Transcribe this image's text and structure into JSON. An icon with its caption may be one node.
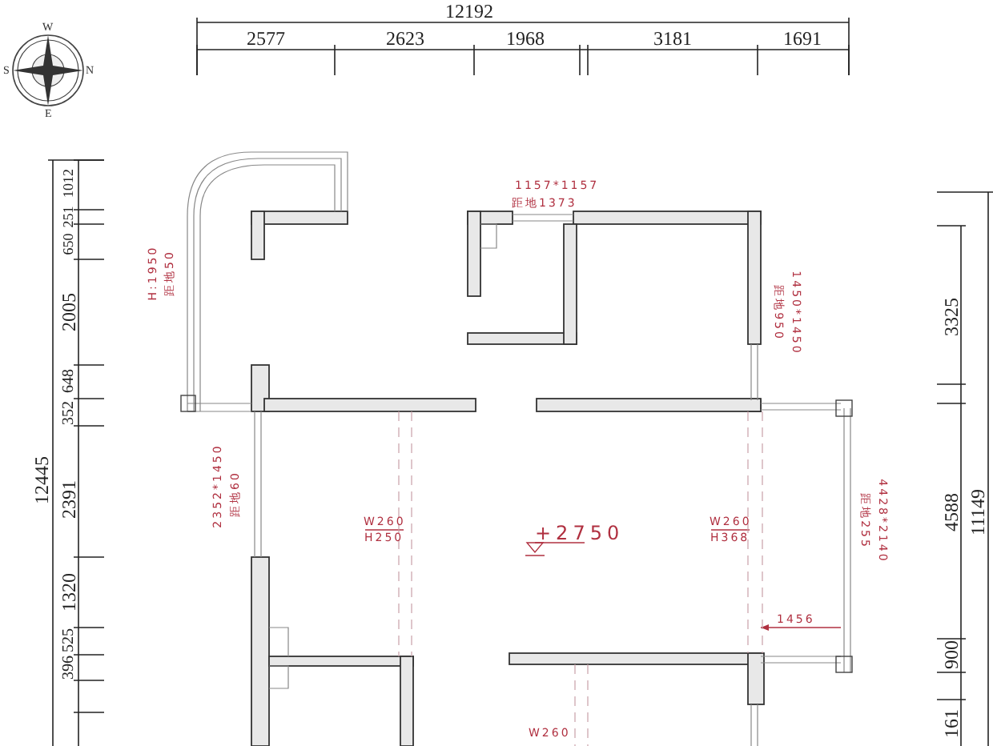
{
  "diagram": {
    "labels": [
      "12192",
      "2577",
      "2623",
      "1968",
      "3181",
      "1691",
      "W",
      "S",
      "N",
      "E",
      "1157*1157",
      "距地1373",
      "1012",
      "251",
      "650",
      "H:1950",
      "距地50",
      "2005",
      "3325",
      "1450*1450",
      "距地950",
      "648",
      "352",
      "12445",
      "2391",
      "2352*1450",
      "距地60",
      "W260",
      "H250",
      "+2750",
      "W260",
      "H368",
      "4588",
      "11149",
      "4428*2140",
      "距地255",
      "1456",
      "1320",
      "525",
      "900",
      "396",
      "W260",
      "161"
    ]
  }
}
